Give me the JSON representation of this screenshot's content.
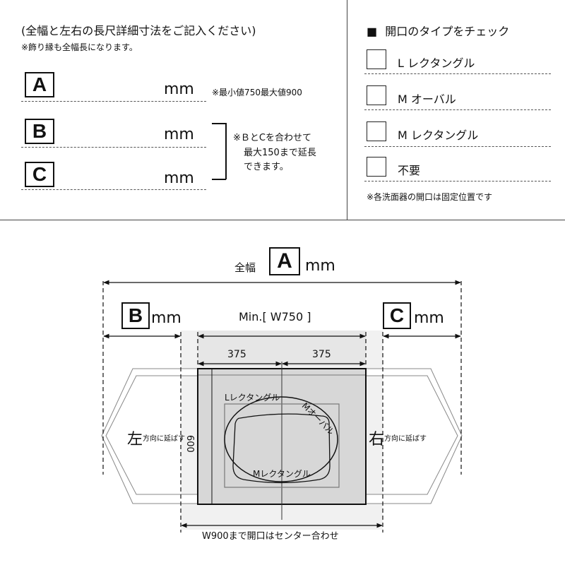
{
  "form": {
    "instruction": "(全幅と左右の長尺詳細寸法をご記入ください)",
    "note_frame": "※飾り縁も全幅長になります。",
    "fields": [
      {
        "letter": "A",
        "unit": "mm",
        "note": "※最小値750最大値900"
      },
      {
        "letter": "B",
        "unit": "mm"
      },
      {
        "letter": "C",
        "unit": "mm"
      }
    ],
    "bc_note": [
      "※ＢとCを合わせて",
      "最大150まで延長",
      "できます。"
    ]
  },
  "opening_type": {
    "heading_marker": "■",
    "heading": "開口のタイプをチェック",
    "options": [
      {
        "label": "L レクタングル"
      },
      {
        "label": "M オーバル"
      },
      {
        "label": "M レクタングル"
      },
      {
        "label": "不要"
      }
    ],
    "note": "※各洗面器の開口は固定位置です"
  },
  "diagram": {
    "total_width_label": "全幅",
    "total_letter": "A",
    "total_unit": "mm",
    "left_letter": "B",
    "left_unit": "mm",
    "right_letter": "C",
    "right_unit": "mm",
    "min_label": "Min.[ W750 ]",
    "half_left": "375",
    "half_right": "375",
    "depth": "600",
    "left_extend_big": "左",
    "left_extend_small": "方向に延ばす",
    "right_extend_big": "右",
    "right_extend_small": "方向に延ばす",
    "bottom_note": "W900まで開口はセンター合わせ",
    "shape_l_rect": "Lレクタングル",
    "shape_m_oval": "Mオーバル",
    "shape_m_rect": "Mレクタングル"
  }
}
